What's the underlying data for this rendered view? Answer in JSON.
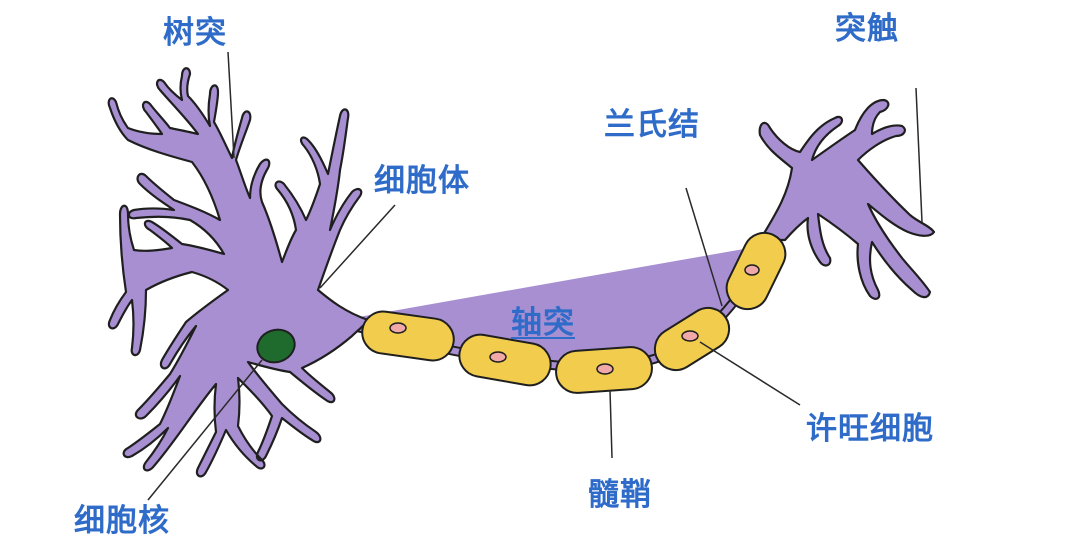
{
  "colors": {
    "label": "#2f6cc9",
    "neuron_fill": "#a78fd2",
    "neuron_stroke": "#1f1f1f",
    "nucleus": "#1f6b2e",
    "myelin_fill": "#f2cc4d",
    "schwann_nucleus": "#f0a8a8",
    "leader_line": "#2a2a2a"
  },
  "labels": {
    "dendrite": "树突",
    "synapse": "突触",
    "node_of_ranvier": "兰氏结",
    "soma": "细胞体",
    "axon": "轴突",
    "nucleus": "细胞核",
    "myelin_sheath": "髓鞘",
    "schwann_cell": "许旺细胞"
  }
}
